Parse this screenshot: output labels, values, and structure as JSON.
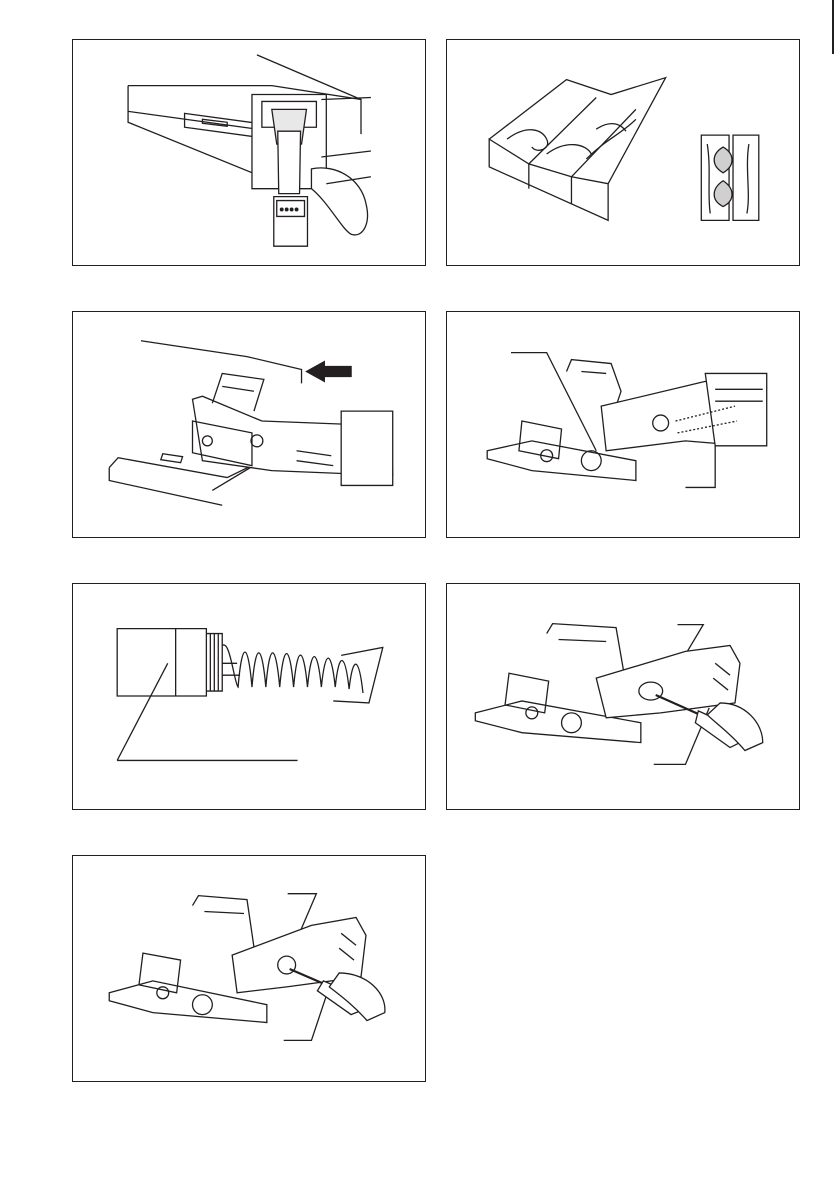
{
  "page": {
    "figures": [
      {
        "id": "fig1",
        "subject": "joiner-cutting-panel"
      },
      {
        "id": "fig2",
        "subject": "biscuit-joined-boards"
      },
      {
        "id": "fig3",
        "subject": "joiner-pushed-into-board"
      },
      {
        "id": "fig4",
        "subject": "joiner-with-callouts"
      },
      {
        "id": "fig5",
        "subject": "carbon-brush-with-spring"
      },
      {
        "id": "fig6",
        "subject": "brush-holder-cap-removal"
      },
      {
        "id": "fig7",
        "subject": "brush-holder-cap-install"
      }
    ]
  }
}
